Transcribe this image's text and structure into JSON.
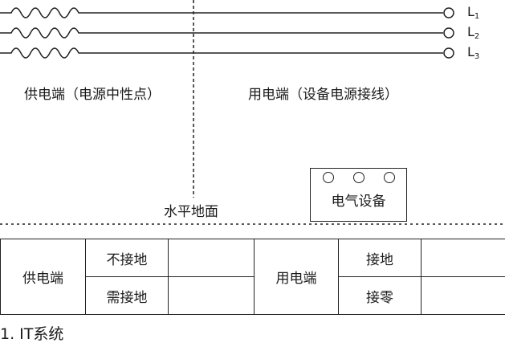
{
  "diagram": {
    "phases": [
      {
        "letter": "L",
        "index": "1"
      },
      {
        "letter": "L",
        "index": "2"
      },
      {
        "letter": "L",
        "index": "3"
      }
    ],
    "supply_label": "供电端（电源中性点）",
    "load_label": "用电端（设备电源接线）",
    "ground_label": "水平地面",
    "device_label": "电气设备"
  },
  "table": {
    "supply_side": "供电端",
    "supply_options": [
      "不接地",
      "需接地"
    ],
    "load_side": "用电端",
    "load_options": [
      "接地",
      "接零"
    ]
  },
  "caption": "1. IT系统"
}
